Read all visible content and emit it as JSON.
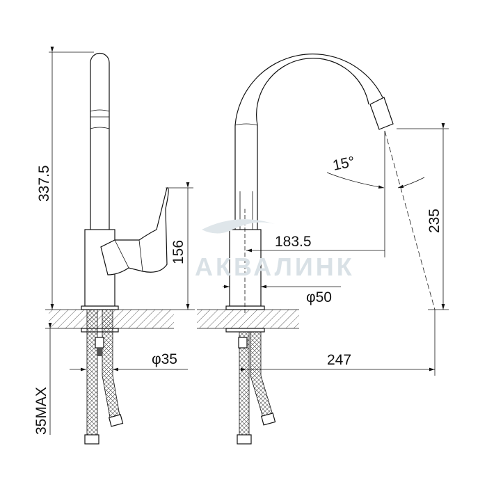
{
  "watermark": {
    "text": "АКВАЛИНК",
    "color": "#d9e1e6"
  },
  "dimensions": {
    "total_height": "337.5",
    "handle_height": "156",
    "under_counter_max": "35MAX",
    "hole_diameter": "φ35",
    "spout_reach": "183.5",
    "base_diameter": "φ50",
    "spout_height": "235",
    "total_reach": "247",
    "spout_angle": "15°"
  }
}
